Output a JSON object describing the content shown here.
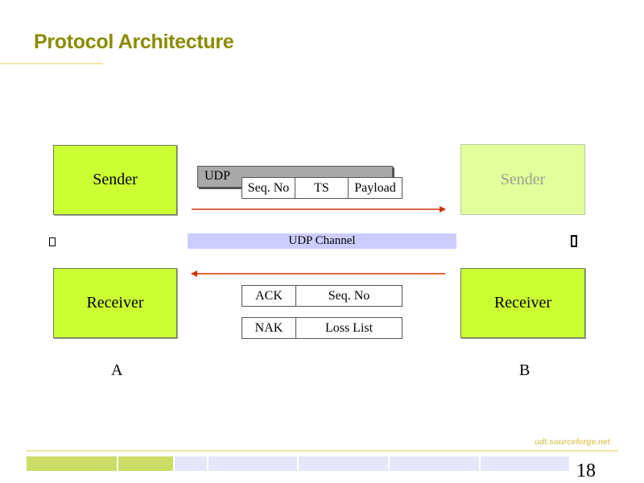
{
  "slide": {
    "title": "Protocol Architecture",
    "footer_url": "udt.sourceforge.net",
    "page_number": "18"
  },
  "nodes": {
    "a": {
      "sender_label": "Sender",
      "receiver_label": "Receiver",
      "endpoint_label": "A"
    },
    "b": {
      "sender_label": "Sender",
      "receiver_label": "Receiver",
      "endpoint_label": "B"
    }
  },
  "data_packet": {
    "header_label": "UDP",
    "fields": [
      "Seq. No",
      "TS",
      "Payload"
    ]
  },
  "channel": {
    "label": "UDP Channel"
  },
  "control_packets": {
    "ack": {
      "type": "ACK",
      "field": "Seq. No"
    },
    "nak": {
      "type": "NAK",
      "field": "Loss List"
    }
  },
  "colors": {
    "title": "#8a8a00",
    "box_active": "#ccff33",
    "box_faded": "#e3ff9c",
    "channel": "#ccccff",
    "arrow": "#cc3300",
    "footer_bar_green": "#ccdd66",
    "footer_bar_lavender": "#e6e6fa"
  },
  "icons": {
    "left_marker": "missing-glyph-icon",
    "right_marker": "missing-glyph-icon"
  }
}
